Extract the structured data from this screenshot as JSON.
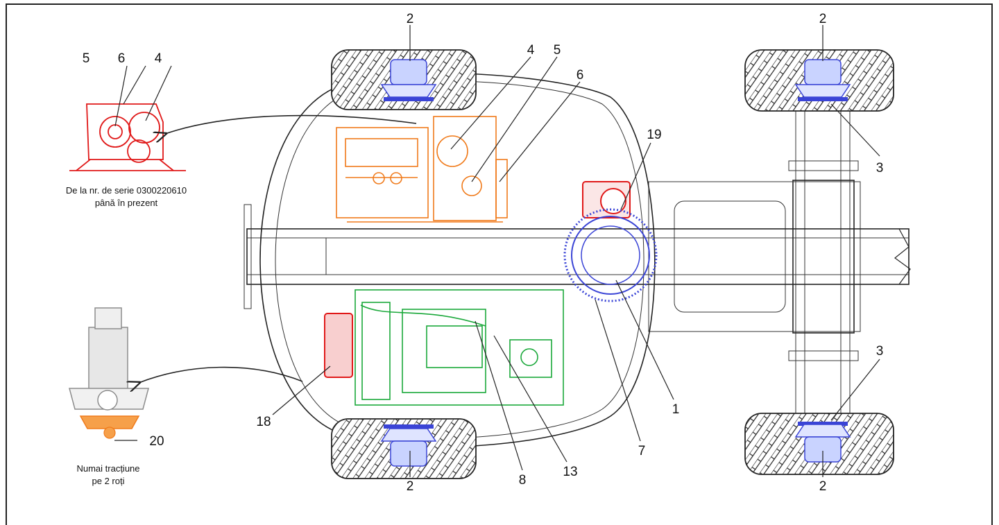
{
  "callouts": {
    "c1": "1",
    "c2a": "2",
    "c2b": "2",
    "c2c": "2",
    "c2d": "2",
    "c3a": "3",
    "c3b": "3",
    "c4a": "4",
    "c4b": "4",
    "c5a": "5",
    "c5b": "5",
    "c6a": "6",
    "c6b": "6",
    "c7": "7",
    "c8": "8",
    "c13": "13",
    "c18": "18",
    "c19": "19",
    "c20": "20"
  },
  "captions": {
    "serial_line1": "De la nr. de serie 0300220610",
    "serial_line2": "până în prezent",
    "twowd_line1": "Numai tracțiune",
    "twowd_line2": "pe 2 roți"
  },
  "colors": {
    "blue": "#3a44d6",
    "orange": "#f07a1a",
    "red": "#e01818",
    "green": "#1aa83a",
    "gray": "#9a9a9a",
    "line": "#222222"
  }
}
